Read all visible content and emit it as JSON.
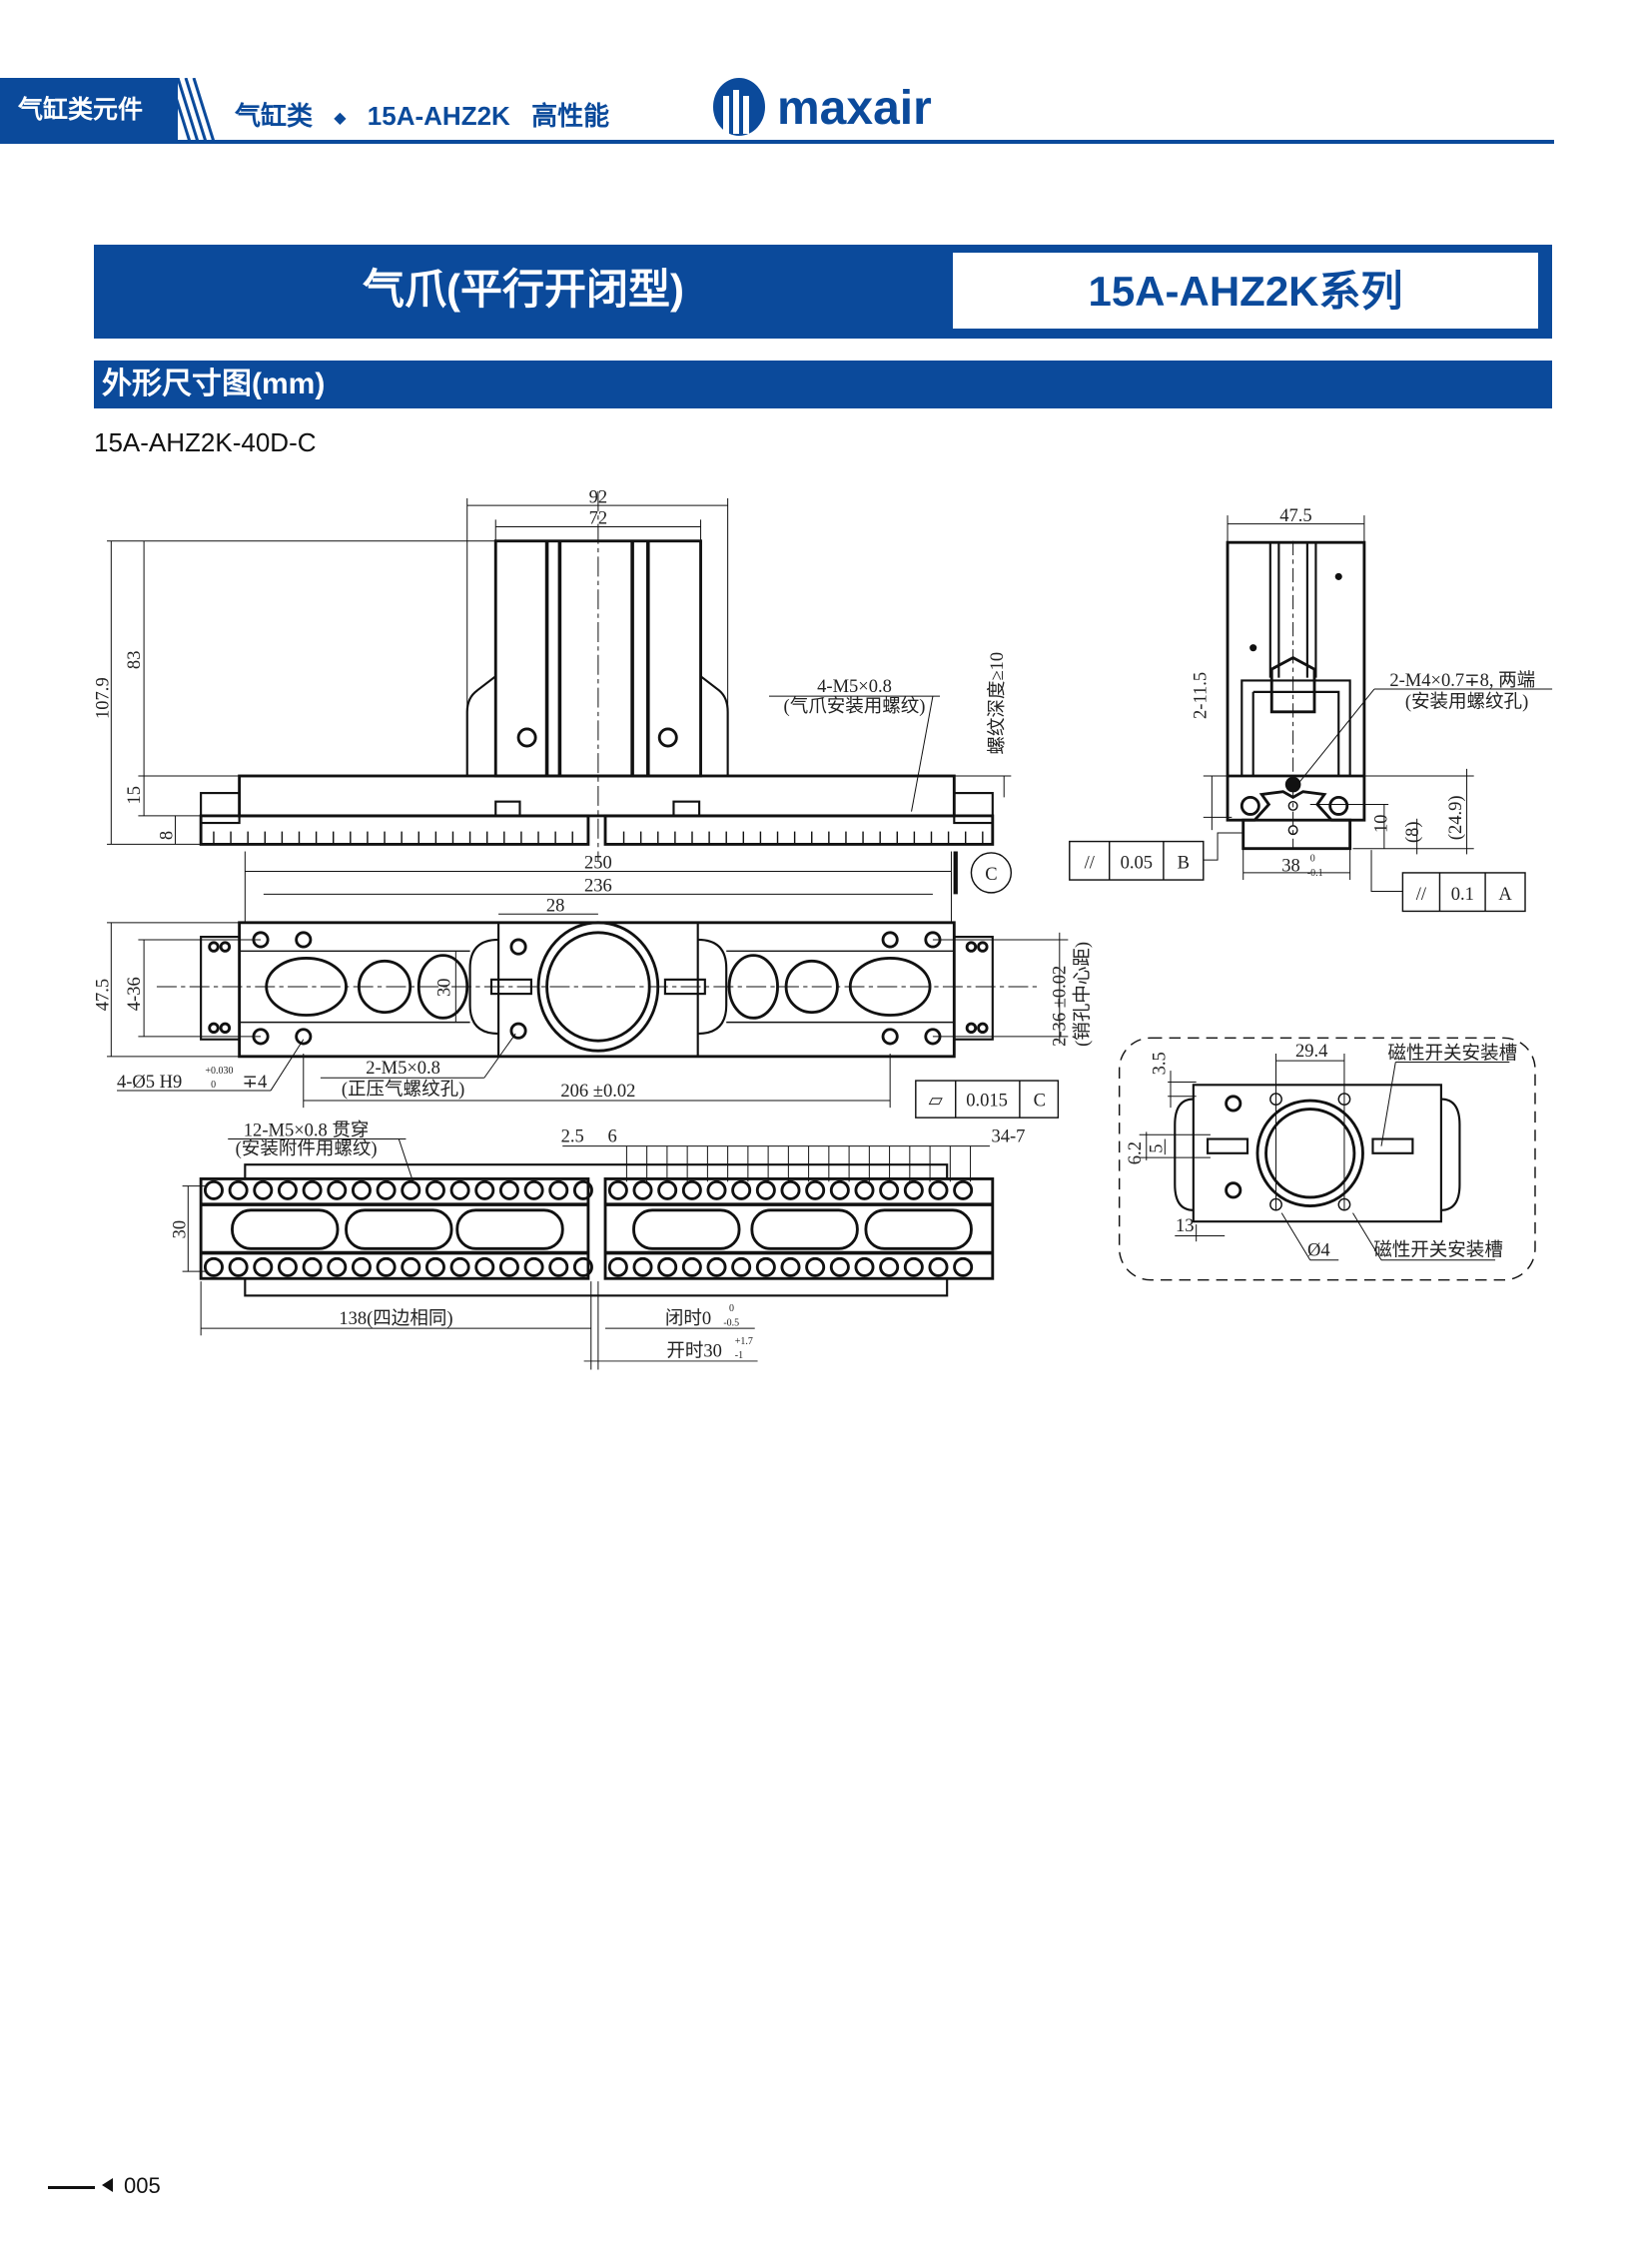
{
  "header": {
    "category": "气缸类元件",
    "crumb_1": "气缸类",
    "crumb_sep": "◆",
    "crumb_2": "15A-AHZ2K",
    "crumb_3": "高性能",
    "logo_text": "maxair",
    "brand_color": "#0b4a9b"
  },
  "title": {
    "left": "气爪(平行开闭型)",
    "right": "15A-AHZ2K系列"
  },
  "section": {
    "title": "外形尺寸图(mm)"
  },
  "model": "15A-AHZ2K-40D-C",
  "drawing": {
    "front": {
      "d92": "92",
      "d72": "72",
      "d1079": "107.9",
      "d83": "83",
      "d15": "15",
      "d8": "8",
      "d250": "250",
      "thread_label": "4-M5×0.8",
      "thread_note": "(气爪安装用螺纹)",
      "depth_note": "螺纹深度≥10",
      "datum_c": "C"
    },
    "plan": {
      "d236": "236",
      "d28": "28",
      "d475": "47.5",
      "d436": "4-36",
      "d30": "30",
      "pin_label": "4-Ø5 H9",
      "pin_tol_up": "+0.030",
      "pin_tol_low": "0",
      "pin_depth": "∓4",
      "port_label": "2-M5×0.8",
      "port_note": "(正压气螺纹孔)",
      "d206": "206 ±0.02",
      "d236pin": "2-36 ±0.02",
      "d236pin_note": "(销孔中心距)",
      "flat_sym": "⏥",
      "flat_val": "0.015",
      "flat_ref": "C"
    },
    "bottom": {
      "thread_label": "12-M5×0.8 贯穿",
      "thread_note": "(安装附件用螺纹)",
      "d25": "2.5",
      "d6": "6",
      "d347": "34-7",
      "d30": "30",
      "d138": "138(四边相同)",
      "closed": "闭时0",
      "closed_up": "0",
      "closed_low": "-0.5",
      "open": "开时30",
      "open_up": "+1.7",
      "open_low": "-1"
    },
    "side": {
      "d475": "47.5",
      "d2115": "2-11.5",
      "thread_label": "2-M4×0.7∓8, 两端",
      "thread_note": "(安装用螺纹孔)",
      "d10": "10",
      "d8": "(8)",
      "d249": "(24.9)",
      "d38": "38",
      "d38_up": "0",
      "d38_low": "-0.1",
      "tol1_sym": "//",
      "tol1_val": "0.05",
      "tol1_ref": "B",
      "tol2_sym": "//",
      "tol2_val": "0.1",
      "tol2_ref": "A"
    },
    "detail": {
      "d294": "29.4",
      "d35": "3.5",
      "d62": "6.2",
      "d5": "5",
      "d13": "13",
      "d4": "Ø4",
      "slot_1": "磁性开关安装槽",
      "slot_2": "磁性开关安装槽"
    }
  },
  "footer": {
    "page": "005"
  }
}
